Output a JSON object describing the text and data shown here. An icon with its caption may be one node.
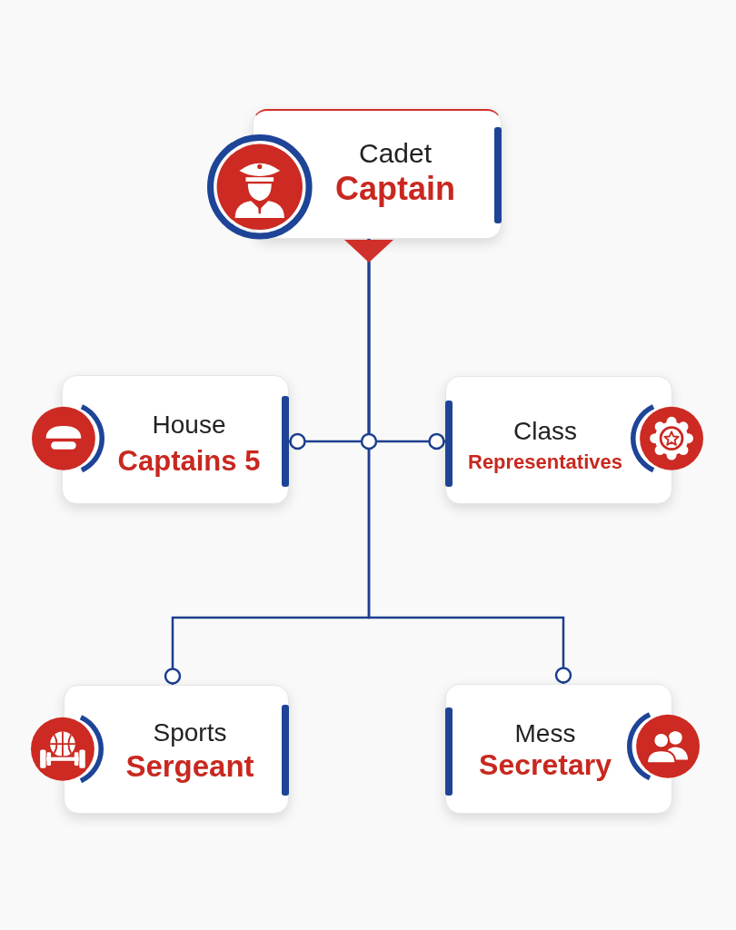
{
  "diagram": {
    "nodes": [
      {
        "text": [
          "Cadet",
          "Captain"
        ]
      },
      {
        "text": [
          "House",
          "Captains 5"
        ]
      },
      {
        "text": [
          "Class",
          "Representatives"
        ]
      },
      {
        "text": [
          "Sports",
          "Sergeant"
        ]
      },
      {
        "text": [
          "Mess",
          "Secretary"
        ]
      }
    ],
    "edges": [
      {
        "from": 0,
        "to": 1,
        "arrow": "other"
      },
      {
        "from": 0,
        "to": 2,
        "arrow": "other"
      },
      {
        "from": 0,
        "to": 3,
        "arrow": "other"
      },
      {
        "from": 0,
        "to": 4,
        "arrow": "other"
      }
    ]
  }
}
